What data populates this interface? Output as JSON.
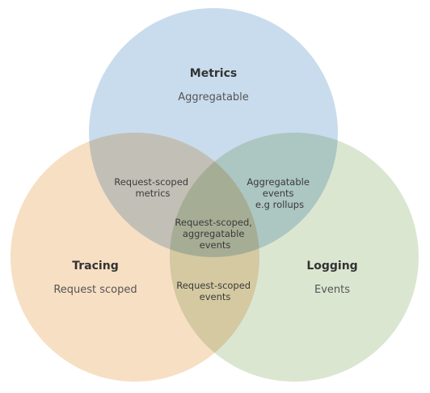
{
  "colors": {
    "metrics": "#c9dced",
    "tracing": "#f7dfc4",
    "logging": "#dbe6d1",
    "text_title": "#333333",
    "text_body": "#555555",
    "background": "#ffffff"
  },
  "sets": {
    "metrics": {
      "title": "Metrics",
      "subtitle": "Aggregatable"
    },
    "tracing": {
      "title": "Tracing",
      "subtitle": "Request scoped"
    },
    "logging": {
      "title": "Logging",
      "subtitle": "Events"
    }
  },
  "overlaps": {
    "metrics_tracing": [
      "Request-scoped",
      "metrics"
    ],
    "metrics_logging": [
      "Aggregatable",
      "events",
      "e.g rollups"
    ],
    "tracing_logging": [
      "Request-scoped",
      "events"
    ],
    "all_three": [
      "Request-scoped,",
      "aggregatable",
      "events"
    ]
  }
}
